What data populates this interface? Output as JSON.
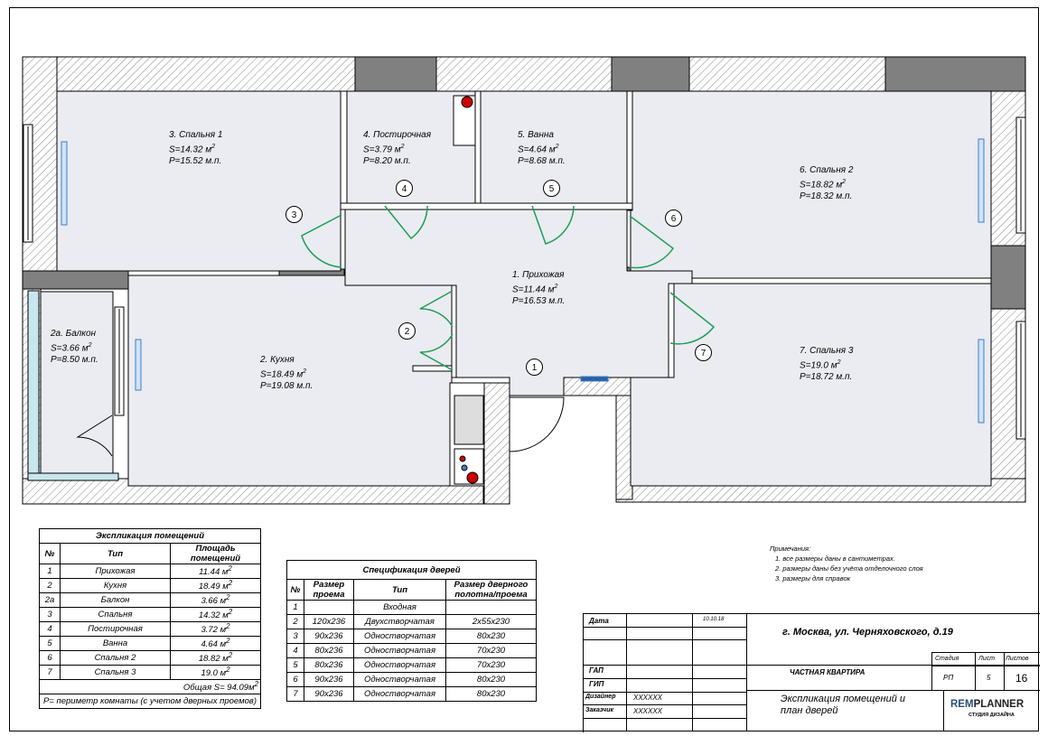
{
  "rooms": [
    {
      "id": "bedroom1",
      "l1": "3. Спальня 1",
      "l2": "S=14.32 м",
      "sup": "2",
      "l3": "P=15.52 м.п."
    },
    {
      "id": "storage",
      "l1": "4. Постирочная",
      "l2": "S=3.79 м",
      "sup": "2",
      "l3": "P=8.20 м.п."
    },
    {
      "id": "bath",
      "l1": "5. Ванна",
      "l2": "S=4.64 м",
      "sup": "2",
      "l3": "P=8.68 м.п."
    },
    {
      "id": "bedroom2",
      "l1": "6. Спальня 2",
      "l2": "S=18.82 м",
      "sup": "2",
      "l3": "P=18.32 м.п."
    },
    {
      "id": "hall",
      "l1": "1. Прихожая",
      "l2": "S=11.44 м",
      "sup": "2",
      "l3": "P=16.53 м.п."
    },
    {
      "id": "balcony",
      "l1": "2а. Балкон",
      "l2": "S=3.66 м",
      "sup": "2",
      "l3": "P=8.50 м.п."
    },
    {
      "id": "kitchen",
      "l1": "2. Кухня",
      "l2": "S=18.49 м",
      "sup": "2",
      "l3": "P=19.08 м.п."
    },
    {
      "id": "bedroom3",
      "l1": "7. Спальня 3",
      "l2": "S=19.0 м",
      "sup": "2",
      "l3": "P=18.72 м.п."
    }
  ],
  "door_markers": [
    "1",
    "2",
    "3",
    "4",
    "5",
    "6",
    "7"
  ],
  "explication": {
    "title": "Экспликация помещений",
    "headers": [
      "№",
      "Тип",
      "Площадь помещений"
    ],
    "rows": [
      [
        "1",
        "Прихожая",
        "11.44 м"
      ],
      [
        "2",
        "Кухня",
        "18.49 м"
      ],
      [
        "2а",
        "Балкон",
        "3.66 м"
      ],
      [
        "3",
        "Спальня",
        "14.32 м"
      ],
      [
        "4",
        "Постирочная",
        "3.72 м"
      ],
      [
        "5",
        "Ванна",
        "4.64 м"
      ],
      [
        "6",
        "Спальня 2",
        "18.82 м"
      ],
      [
        "7",
        "Спальня 3",
        "19.0 м"
      ]
    ],
    "total": "Общая S= 94.09м",
    "footnote": "P= периметр комнаты (с учетом дверных проемов)"
  },
  "doors": {
    "title": "Спецификация дверей",
    "headers": [
      "№",
      "Размер проема",
      "Тип",
      "Размер дверного полотна/проема"
    ],
    "rows": [
      [
        "1",
        "",
        "Входная",
        ""
      ],
      [
        "2",
        "120х236",
        "Двухстворчатая",
        "2х55х230"
      ],
      [
        "3",
        "90х236",
        "Одностворчатая",
        "80х230"
      ],
      [
        "4",
        "80х236",
        "Одностворчатая",
        "70х230"
      ],
      [
        "5",
        "80х236",
        "Одностворчатая",
        "70х230"
      ],
      [
        "6",
        "90х236",
        "Одностворчатая",
        "80х230"
      ],
      [
        "7",
        "90х236",
        "Одностворчатая",
        "80х230"
      ]
    ]
  },
  "notes": {
    "title": "Примечания:",
    "items": [
      "1.  все размеры даны в сантиметрах.",
      "2.  размеры даны без учёта отделочного слоя",
      "3.  размеры для справок"
    ]
  },
  "stamp": {
    "date_label": "Дата",
    "date_value": "10.10.18",
    "address": "г. Москва, ул. Черняховского, д.19",
    "gap": "ГАП",
    "gip": "ГИП",
    "designer_label": "Дизайнер",
    "designer_value": "XXXXXX",
    "client_label": "Заказчик",
    "client_value": "XXXXXX",
    "project": "ЧАСТНАЯ КВАРТИРА",
    "stage_label": "Стадия",
    "sheet_label": "Лист",
    "sheets_label": "Листов",
    "stage_value": "РП",
    "sheet_value": "5",
    "sheets_value": "16",
    "sheet_title_1": "Экспликация помещений и",
    "sheet_title_2": "план дверей",
    "brand_1": "REM",
    "brand_2": "PLANNER",
    "brand_sub": "СТУДИЯ ДИЗАЙНА"
  }
}
